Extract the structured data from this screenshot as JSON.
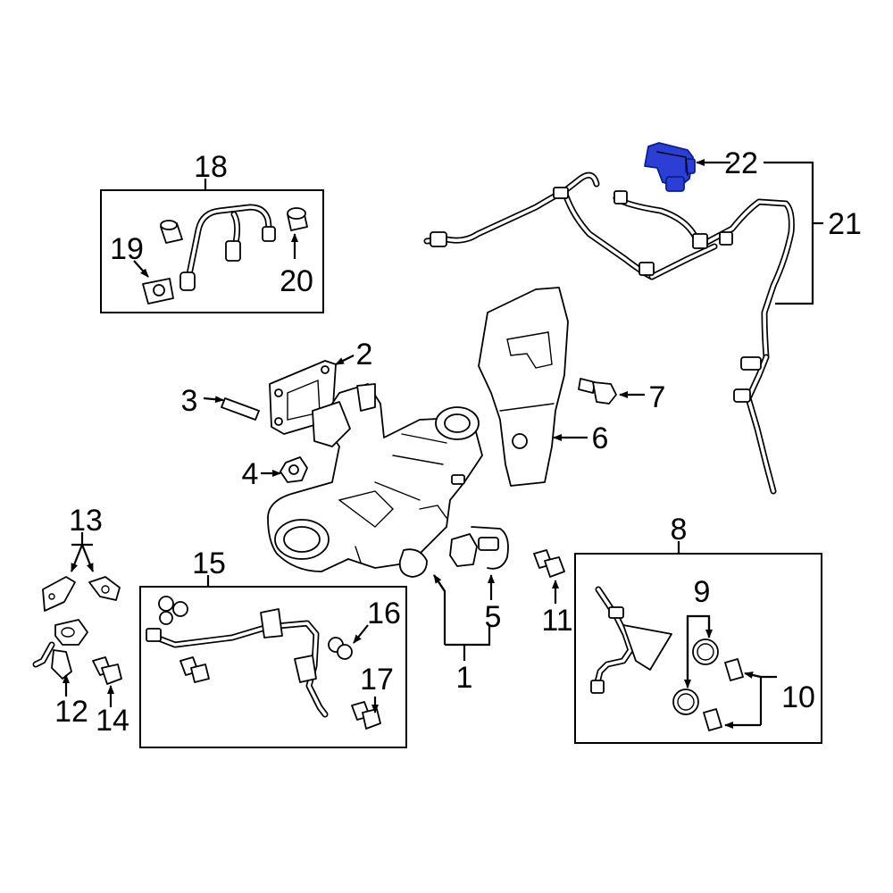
{
  "diagram": {
    "highlight_color": "#2b3fd6",
    "callouts": {
      "c1": "1",
      "c2": "2",
      "c3": "3",
      "c4": "4",
      "c5": "5",
      "c6": "6",
      "c7": "7",
      "c8": "8",
      "c9": "9",
      "c10": "10",
      "c11": "11",
      "c12": "12",
      "c13": "13",
      "c14": "14",
      "c15": "15",
      "c16": "16",
      "c17": "17",
      "c18": "18",
      "c19": "19",
      "c20": "20",
      "c21": "21",
      "c22": "22"
    }
  }
}
